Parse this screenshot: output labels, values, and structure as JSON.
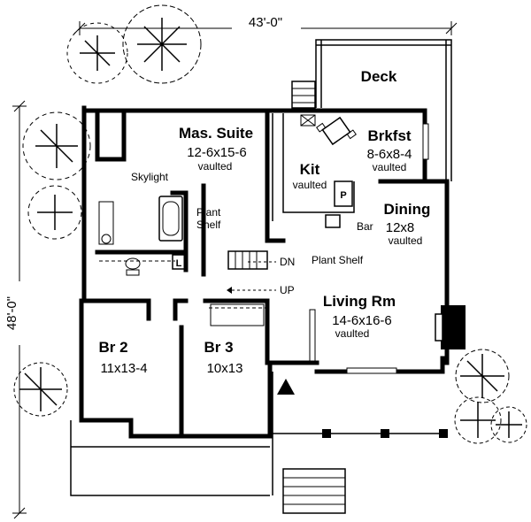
{
  "dimensions": {
    "width": "43'-0\"",
    "depth": "48'-0\""
  },
  "rooms": {
    "deck": {
      "name": "Deck"
    },
    "master_suite": {
      "name": "Mas. Suite",
      "size": "12-6x15-6",
      "note": "vaulted"
    },
    "breakfast": {
      "name": "Brkfst",
      "size": "8-6x8-4",
      "note": "vaulted"
    },
    "kitchen": {
      "name": "Kit",
      "note": "vaulted"
    },
    "dining": {
      "name": "Dining",
      "size": "12x8",
      "note": "vaulted"
    },
    "living": {
      "name": "Living Rm",
      "size": "14-6x16-6",
      "note": "vaulted"
    },
    "bedroom2": {
      "name": "Br 2",
      "size": "11x13-4"
    },
    "bedroom3": {
      "name": "Br 3",
      "size": "10x13"
    }
  },
  "labels": {
    "skylight": "Skylight",
    "plant_shelf_1": "Plant",
    "plant_shelf_2": "Shelf",
    "plant_shelf_main": "Plant Shelf",
    "bar": "Bar",
    "pantry": "P",
    "linen": "L",
    "stair_down": "DN",
    "stair_up": "UP"
  }
}
